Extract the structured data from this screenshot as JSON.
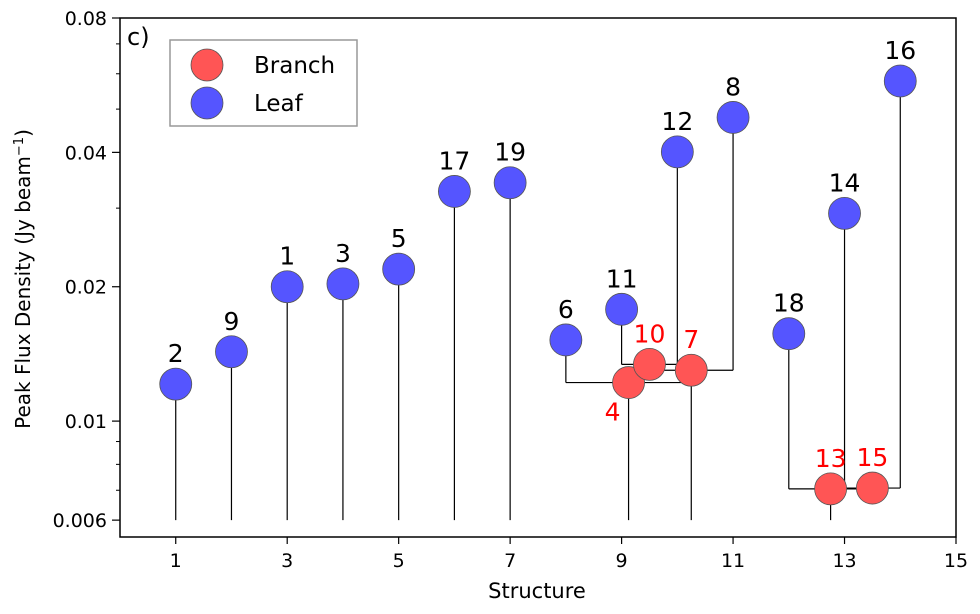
{
  "chart_data": {
    "type": "scatter",
    "panel_label": "c)",
    "xlabel": "Structure",
    "ylabel_main": "Peak Flux Density (Jy beam",
    "ylabel_sup": "−1",
    "ylabel_close": ")",
    "xlim": [
      0,
      15
    ],
    "ylim": [
      0.0055,
      0.08
    ],
    "yscale": "log",
    "xticks": [
      1,
      3,
      5,
      7,
      9,
      11,
      13,
      15
    ],
    "yticks": [
      {
        "value": 0.006,
        "label": "0.006"
      },
      {
        "value": 0.01,
        "label": "0.01"
      },
      {
        "value": 0.02,
        "label": "0.02"
      },
      {
        "value": 0.04,
        "label": "0.04"
      },
      {
        "value": 0.08,
        "label": "0.08"
      }
    ],
    "yminor": [
      0.007,
      0.008,
      0.009,
      0.03,
      0.05,
      0.06,
      0.07
    ],
    "baseline": 0.006,
    "legend": {
      "position": "top-left",
      "entries": [
        {
          "name": "Branch",
          "color": "#ff5555"
        },
        {
          "name": "Leaf",
          "color": "#5555ff"
        }
      ]
    },
    "colors": {
      "leaf": "#5555ff",
      "branch": "#ff5555",
      "branch_label": "#ff0000",
      "leaf_label": "#000000"
    },
    "leaves": [
      {
        "id": "2",
        "x": 1,
        "y": 0.0121
      },
      {
        "id": "9",
        "x": 2,
        "y": 0.0143
      },
      {
        "id": "1",
        "x": 3,
        "y": 0.02
      },
      {
        "id": "3",
        "x": 4,
        "y": 0.0203
      },
      {
        "id": "5",
        "x": 5,
        "y": 0.0219
      },
      {
        "id": "17",
        "x": 6,
        "y": 0.0327
      },
      {
        "id": "19",
        "x": 7,
        "y": 0.0342
      },
      {
        "id": "6",
        "x": 8,
        "y": 0.0152
      },
      {
        "id": "11",
        "x": 9,
        "y": 0.0178
      },
      {
        "id": "12",
        "x": 10,
        "y": 0.0401
      },
      {
        "id": "8",
        "x": 11,
        "y": 0.0479
      },
      {
        "id": "18",
        "x": 12,
        "y": 0.0157
      },
      {
        "id": "14",
        "x": 13,
        "y": 0.0292
      },
      {
        "id": "16",
        "x": 14,
        "y": 0.0578
      }
    ],
    "branches": [
      {
        "id": "4",
        "x": 9.125,
        "y": 0.0122,
        "children_x": [
          8,
          10.125
        ],
        "parent_x": 9.125,
        "label_side": "below-left"
      },
      {
        "id": "10",
        "x": 9.5,
        "y": 0.0134,
        "children_x": [
          9,
          10
        ],
        "parent_x": 9.5,
        "label_side": "above"
      },
      {
        "id": "7",
        "x": 10.25,
        "y": 0.013,
        "children_x": [
          9.5,
          11
        ],
        "parent_x": 10.25,
        "label_side": "above"
      },
      {
        "id": "13",
        "x": 12.75,
        "y": 0.00705,
        "children_x": [
          12,
          13.5
        ],
        "parent_x": 12.75,
        "label_side": "above"
      },
      {
        "id": "15",
        "x": 13.5,
        "y": 0.00708,
        "children_x": [
          13,
          14
        ],
        "parent_x": 13.5,
        "label_side": "above"
      }
    ]
  }
}
